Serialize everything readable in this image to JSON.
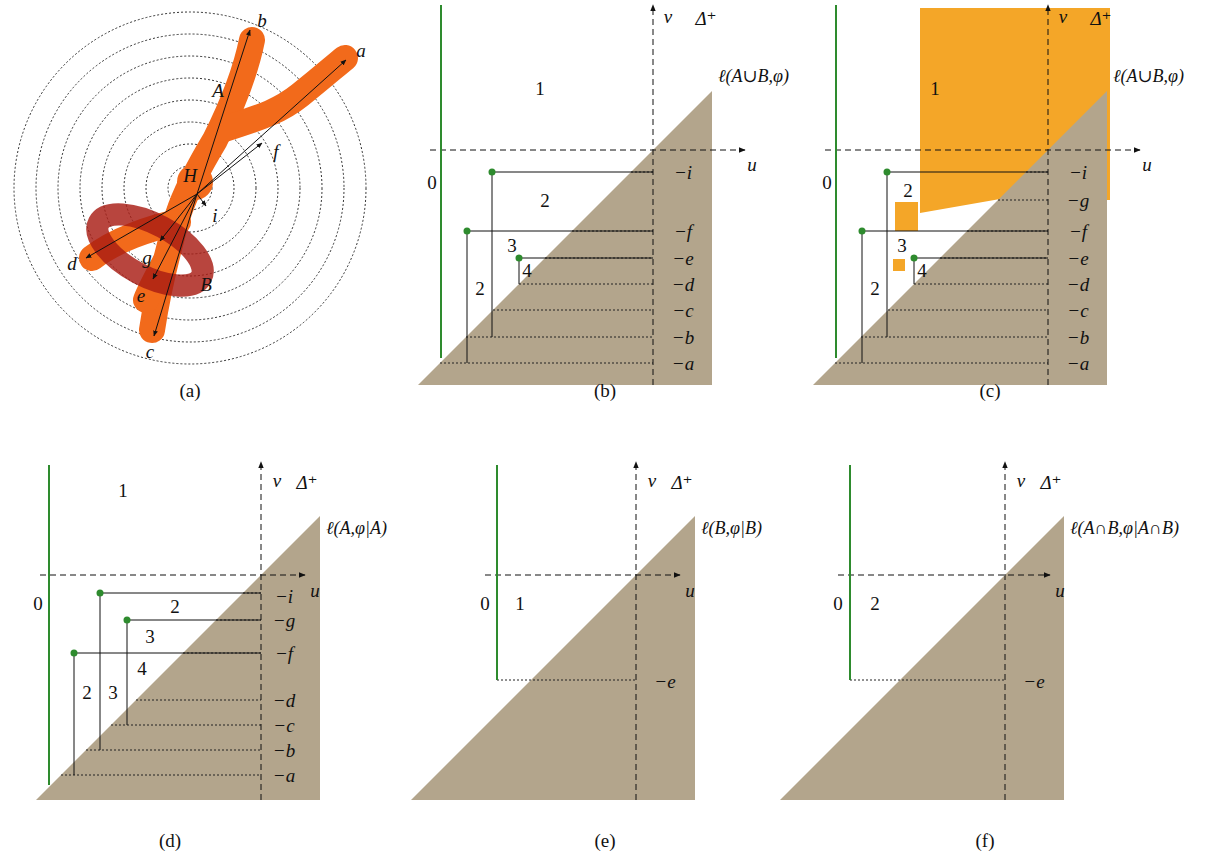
{
  "diagram": {
    "labels": [
      "b",
      "a",
      "A",
      "f",
      "H",
      "i",
      "d",
      "g",
      "e",
      "B",
      "c",
      "(a)",
      "v",
      "Δ⁺",
      "ℓ(A∪B,φ)",
      "1",
      "u",
      "0",
      "−i",
      "2",
      "−f",
      "3",
      "2",
      "−e",
      "4",
      "−d",
      "−c",
      "−b",
      "−a",
      "(b)",
      "v",
      "Δ⁺",
      "ℓ(A∪B,φ)",
      "1",
      "u",
      "0",
      "−i",
      "2",
      "−g",
      "−f",
      "3",
      "2",
      "−e",
      "4",
      "−d",
      "−c",
      "−b",
      "−a",
      "(c)",
      "v",
      "Δ⁺",
      "ℓ(A,φ|A)",
      "1",
      "u",
      "0",
      "−i",
      "2",
      "−g",
      "3",
      "−f",
      "4",
      "2",
      "3",
      "−d",
      "−c",
      "−b",
      "−a",
      "(d)",
      "v",
      "Δ⁺",
      "ℓ(B,φ|B)",
      "u",
      "0",
      "1",
      "−e",
      "(e)",
      "v",
      "Δ⁺",
      "ℓ(A∩B,φ|A∩B)",
      "u",
      "0",
      "2",
      "−e",
      "(f)"
    ]
  }
}
